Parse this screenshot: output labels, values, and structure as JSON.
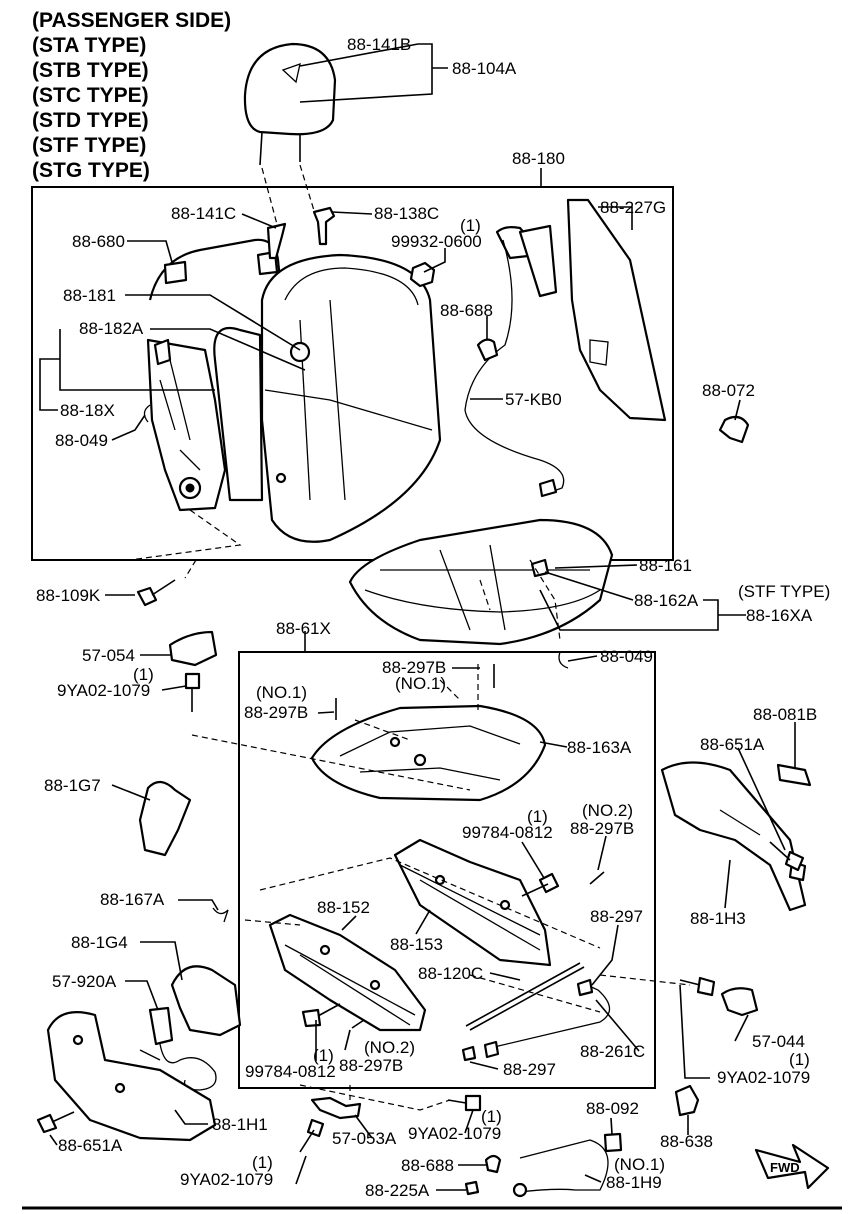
{
  "header_lines": [
    "(PASSENGER SIDE)",
    "(STA TYPE)",
    "(STB TYPE)",
    "(STC TYPE)",
    "(STD TYPE)",
    "(STF TYPE)",
    "(STG TYPE)"
  ],
  "labels": {
    "l_141B": "88-141B",
    "l_104A": "88-104A",
    "l_180": "88-180",
    "l_141C": "88-141C",
    "l_138C": "88-138C",
    "l_227G": "88-227G",
    "l_680": "88-680",
    "l_99932_q": "(1)",
    "l_99932": "99932-0600",
    "l_181": "88-181",
    "l_688_top": "88-688",
    "l_182A": "88-182A",
    "l_18X": "88-18X",
    "l_kb0": "57-KB0",
    "l_072": "88-072",
    "l_049_top": "88-049",
    "l_161": "88-161",
    "l_109K": "88-109K",
    "l_162A": "88-162A",
    "l_stf": "(STF TYPE)",
    "l_16XA": "88-16XA",
    "l_61X": "88-61X",
    "l_054": "57-054",
    "l_049_mid": "88-049",
    "l_297B_top": "88-297B",
    "l_no1_b": "(NO.1)",
    "l_9ya_top_q": "(1)",
    "l_9ya_top": "9YA02-1079",
    "l_no1_a": "(NO.1)",
    "l_297B_left": "88-297B",
    "l_163A": "88-163A",
    "l_081B": "88-081B",
    "l_651A_right": "88-651A",
    "l_1G7": "88-1G7",
    "l_99784_q": "(1)",
    "l_99784": "99784-0812",
    "l_no2_r": "(NO.2)",
    "l_297B_r": "88-297B",
    "l_167A": "88-167A",
    "l_152": "88-152",
    "l_1H3": "88-1H3",
    "l_153": "88-153",
    "l_297_r": "88-297",
    "l_1G4": "88-1G4",
    "l_120C": "88-120C",
    "l_920A": "57-920A",
    "l_044": "57-044",
    "l_99784b_q": "(1)",
    "l_99784b": "99784-0812",
    "l_no2_b": "(NO.2)",
    "l_297B_b": "88-297B",
    "l_261C": "88-261C",
    "l_9ya_r_q": "(1)",
    "l_9ya_r": "9YA02-1079",
    "l_297_b": "88-297",
    "l_1H1": "88-1H1",
    "l_092": "88-092",
    "l_9ya_m_q": "(1)",
    "l_9ya_m": "9YA02-1079",
    "l_053A": "57-053A",
    "l_651A_left": "88-651A",
    "l_638": "88-638",
    "l_9ya_bl_q": "(1)",
    "l_9ya_bl": "9YA02-1079",
    "l_688_bot": "88-688",
    "l_no1_c": "(NO.1)",
    "l_1H9": "88-1H9",
    "l_225A": "88-225A",
    "fwd": "FWD"
  }
}
